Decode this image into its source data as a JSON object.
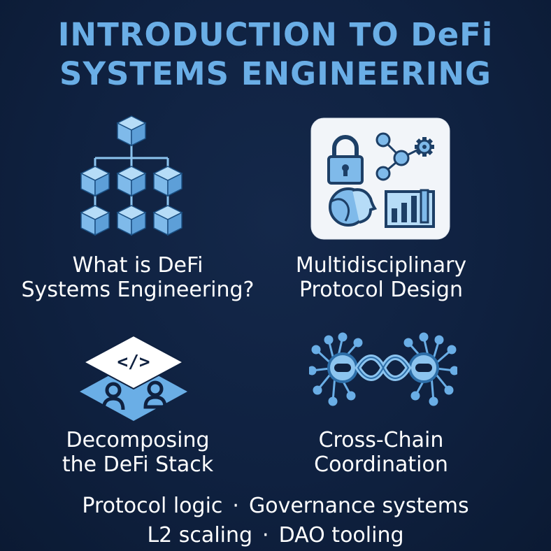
{
  "title": {
    "line1": "INTRODUCTION TO DeFi",
    "line2": "SYSTEMS ENGINEERING"
  },
  "colors": {
    "background": "#0f2140",
    "accent": "#6aaee6",
    "icon_fill": "#8cc4ef",
    "icon_stroke": "#2d6ea8",
    "card_bg": "#f2f5f9",
    "text": "#ffffff"
  },
  "sections": [
    {
      "icon": "hierarchy-cubes-icon",
      "line1": "What is DeFi",
      "line2": "Systems Engineering?"
    },
    {
      "icon": "protocol-design-grid-icon",
      "line1": "Multidisciplinary",
      "line2": "Protocol Design"
    },
    {
      "icon": "layered-stack-icon",
      "line1": "Decomposing",
      "line2": "the DeFi Stack"
    },
    {
      "icon": "chain-link-network-icon",
      "line1": "Cross-Chain",
      "line2": "Coordination"
    }
  ],
  "footer": {
    "line1": [
      "Protocol logic",
      "Governance systems"
    ],
    "line2": [
      "L2 scaling",
      "DAO tooling"
    ],
    "separator": "·"
  }
}
